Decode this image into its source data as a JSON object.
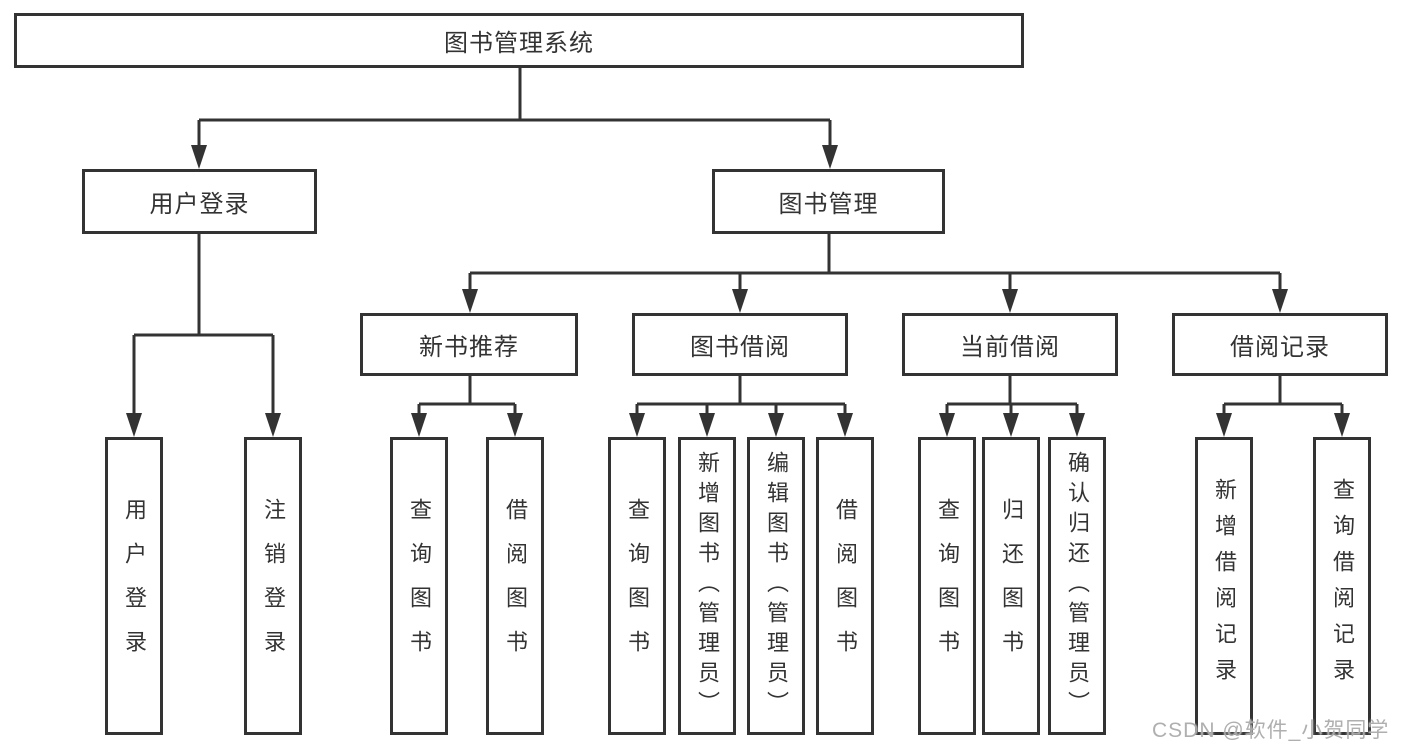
{
  "colors": {
    "background": "#ffffff",
    "line": "#333333",
    "box_border": "#333333",
    "text": "#333333",
    "watermark": "#a8a8a8"
  },
  "tree": {
    "root": {
      "label": "图书管理系统"
    },
    "children": [
      {
        "label": "用户登录",
        "children": [
          {
            "label": "用户登录"
          },
          {
            "label": "注销登录"
          }
        ]
      },
      {
        "label": "图书管理",
        "children": [
          {
            "label": "新书推荐",
            "children": [
              {
                "label": "查询图书"
              },
              {
                "label": "借阅图书"
              }
            ]
          },
          {
            "label": "图书借阅",
            "children": [
              {
                "label": "查询图书"
              },
              {
                "label": "新增图书（管理员）"
              },
              {
                "label": "编辑图书（管理员）"
              },
              {
                "label": "借阅图书"
              }
            ]
          },
          {
            "label": "当前借阅",
            "children": [
              {
                "label": "查询图书"
              },
              {
                "label": "归还图书"
              },
              {
                "label": "确认归还（管理员）"
              }
            ]
          },
          {
            "label": "借阅记录",
            "children": [
              {
                "label": "新增借阅记录"
              },
              {
                "label": "查询借阅记录"
              }
            ]
          }
        ]
      }
    ]
  },
  "watermark": {
    "text": "CSDN @软件_小贺同学"
  }
}
